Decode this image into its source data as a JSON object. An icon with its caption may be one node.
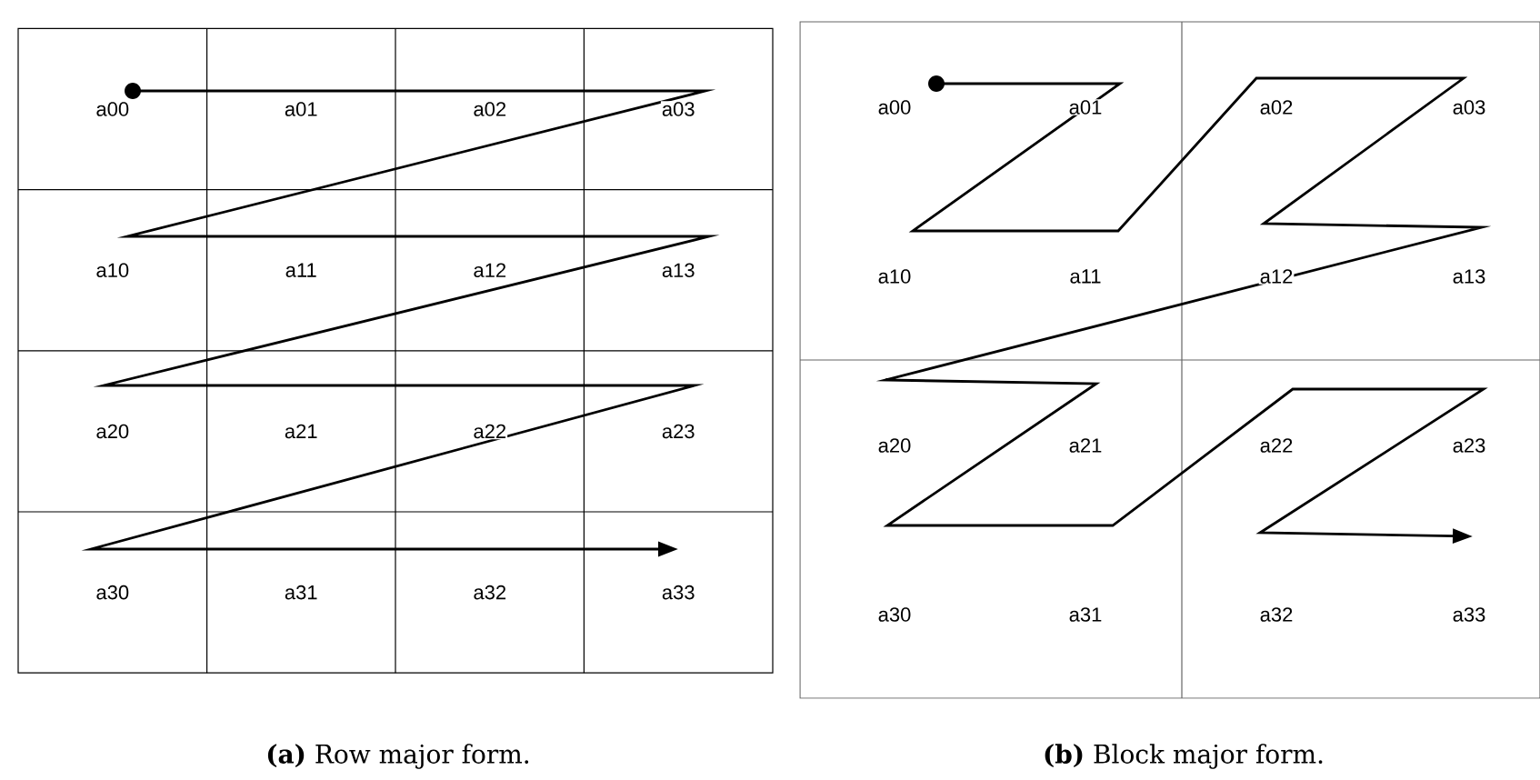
{
  "diagram": {
    "labels": [
      "a00",
      "a01",
      "a02",
      "a03",
      "a10",
      "a11",
      "a12",
      "a13",
      "a20",
      "a21",
      "a22",
      "a23",
      "a30",
      "a31",
      "a32",
      "a33",
      "a00",
      "a01",
      "a02",
      "a03",
      "a10",
      "a11",
      "a12",
      "a13",
      "a20",
      "a21",
      "a22",
      "a23",
      "a30",
      "a31",
      "a32",
      "a33",
      "**(a)** Row major form.",
      "**(b)** Block major form."
    ]
  }
}
